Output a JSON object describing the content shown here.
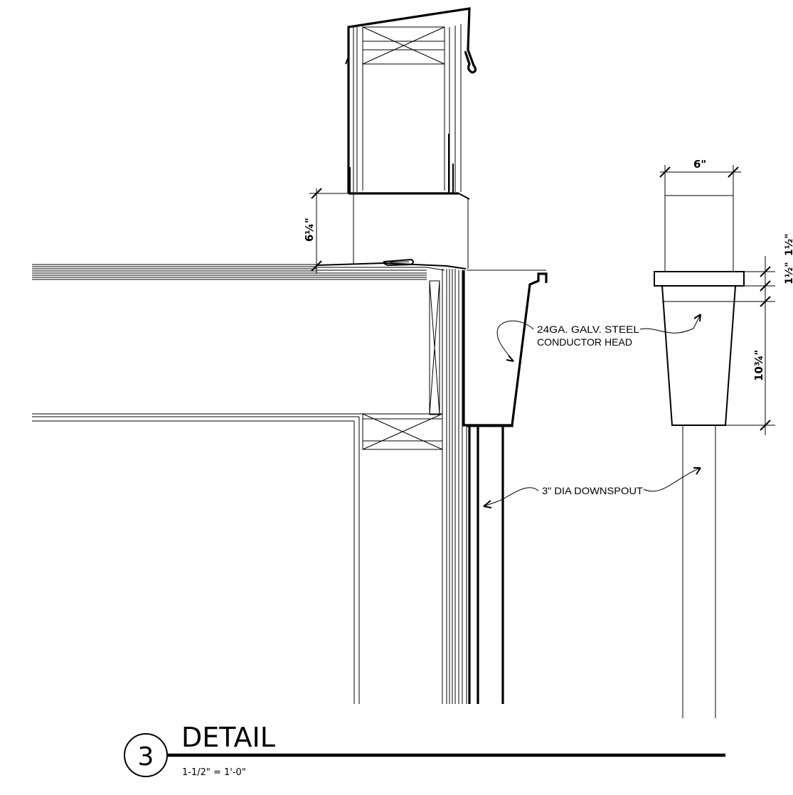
{
  "detail": {
    "number": "3",
    "title": "DETAIL",
    "scale": "1-1/2\" = 1'-0\""
  },
  "callouts": {
    "conductor_head_line1": "24GA. GALV. STEEL",
    "conductor_head_line2": "CONDUCTOR HEAD",
    "downspout": "3\" DIA DOWNSPOUT"
  },
  "dimensions": {
    "curb_height": "6¼\"",
    "head_width": "6\"",
    "band_upper": "1½\"",
    "band_lower": "1½\"",
    "taper_height": "10¾\""
  }
}
